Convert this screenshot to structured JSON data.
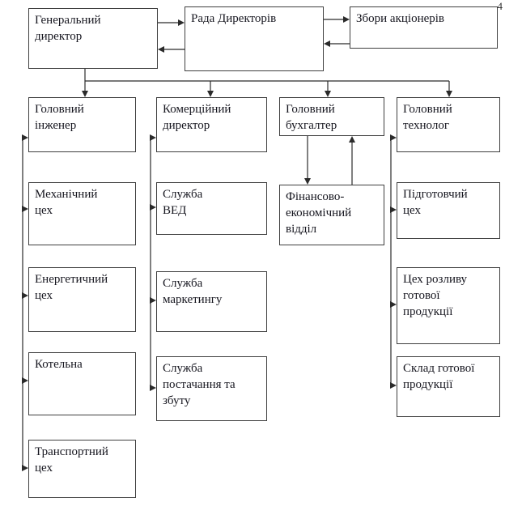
{
  "page_number": "4",
  "top": {
    "gen_director": "Генеральний\nдиректор",
    "board": "Рада Директорів",
    "shareholders": "Збори акціонерів"
  },
  "columns": [
    {
      "head": "Головний\nінженер",
      "items": [
        "Механічний\nцех",
        "Енергетичний\nцех",
        "Котельна",
        "Транспортний\nцех"
      ]
    },
    {
      "head": "Комерційний\nдиректор",
      "items": [
        "Служба\nВЕД",
        "Служба\nмаркетингу",
        "Служба\nпостачання та\nзбуту"
      ]
    },
    {
      "head": "Головний\nбухгалтер",
      "items": [
        "Фінансово-\nекономічний\nвідділ"
      ]
    },
    {
      "head": "Головний\nтехнолог",
      "items": [
        "Підготовчий\nцех",
        "Цех розливу\nготової\nпродукції",
        "Склад готової\nпродукції"
      ]
    }
  ]
}
